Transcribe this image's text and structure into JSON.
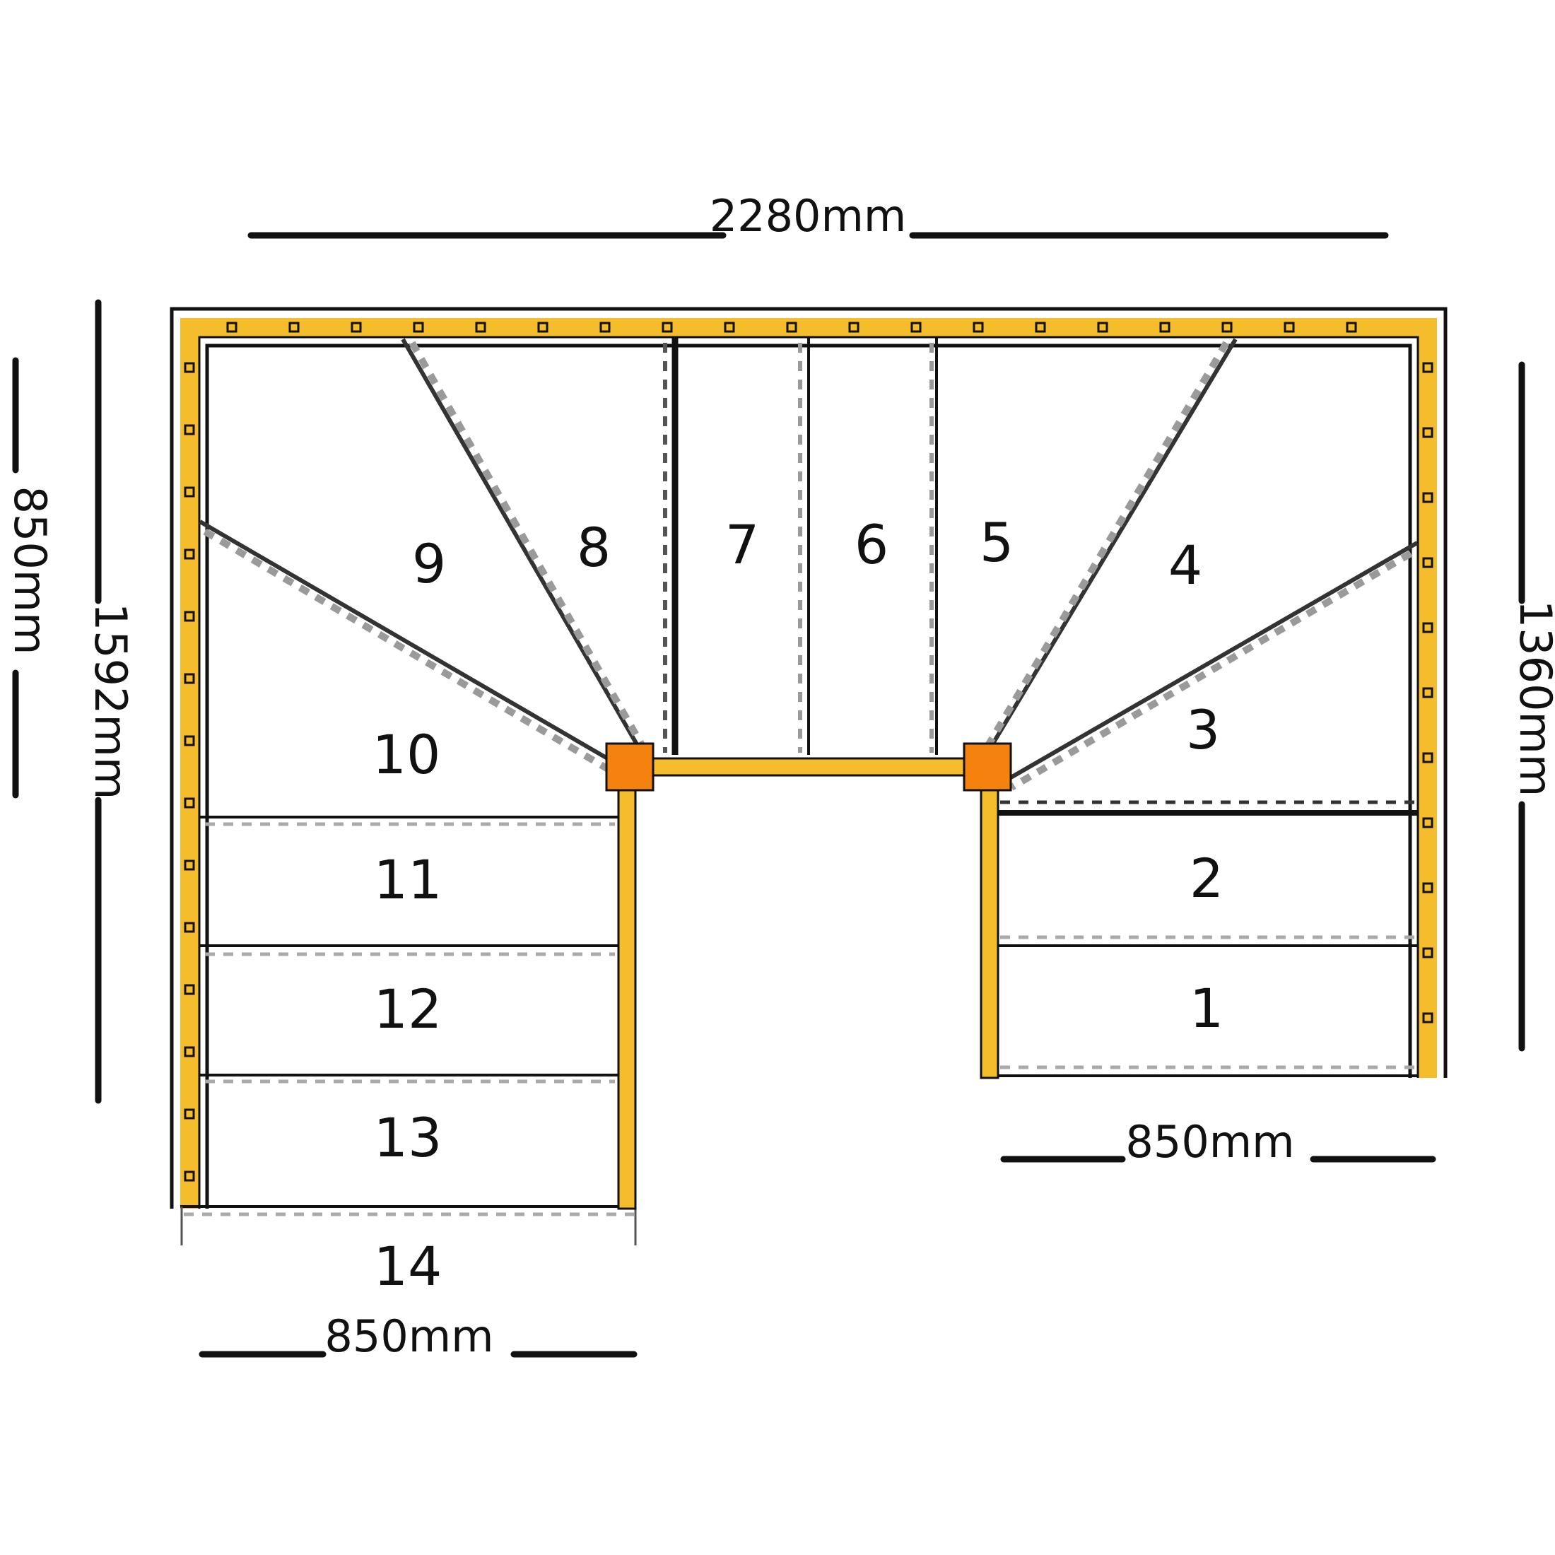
{
  "diagram": {
    "steps": [
      "1",
      "2",
      "3",
      "4",
      "5",
      "6",
      "7",
      "8",
      "9",
      "10",
      "11",
      "12",
      "13",
      "14"
    ],
    "dimensions": {
      "top_width": "2280mm",
      "left_outer": "850mm",
      "left_inner": "1592mm",
      "right_height": "1360mm",
      "right_bottom_width": "850mm",
      "left_bottom_width": "850mm"
    },
    "colors": {
      "stringer": "#F5BD2B",
      "newel_post": "#F5820F",
      "outline": "#111111",
      "nosing": "#AAAAAA"
    }
  }
}
